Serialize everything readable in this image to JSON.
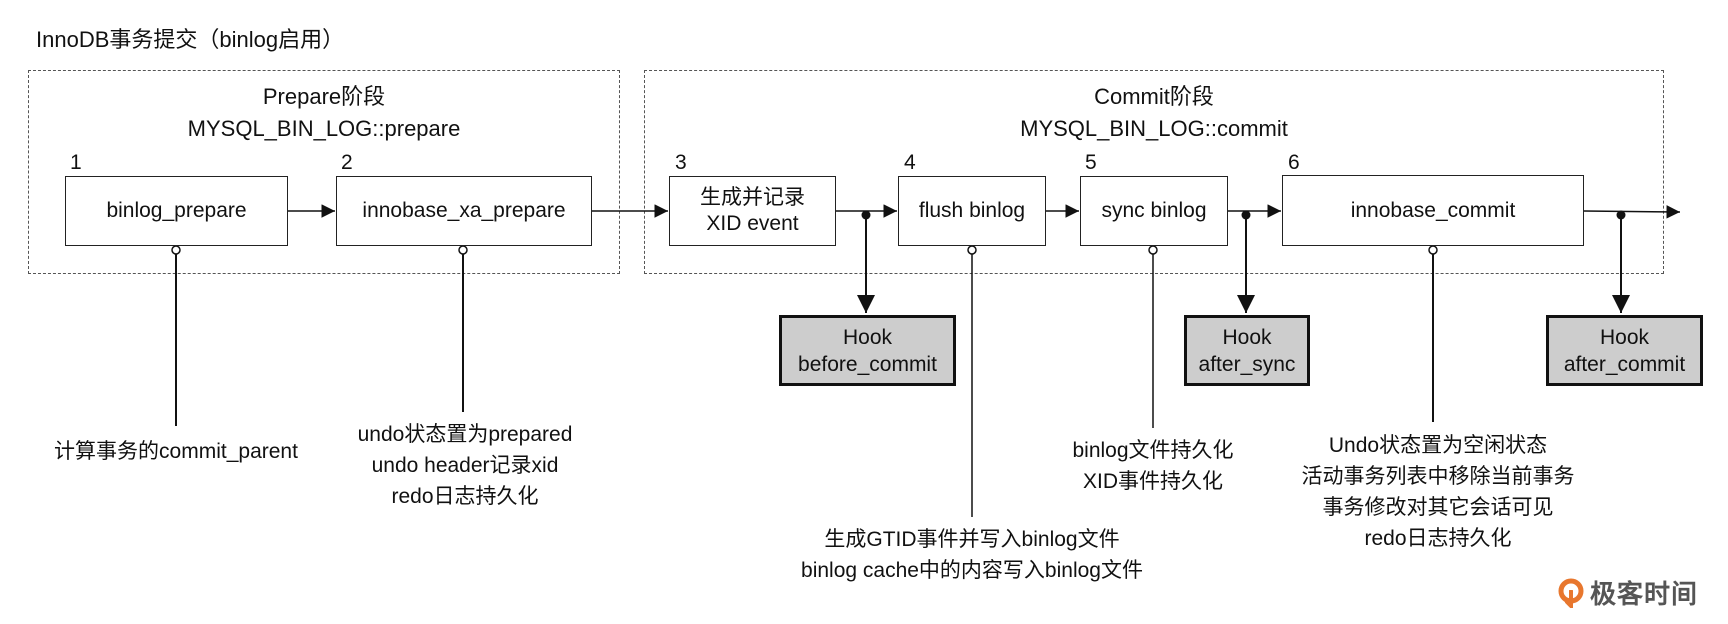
{
  "title": "InnoDB事务提交（binlog启用）",
  "stages": {
    "prepare": {
      "title": "Prepare阶段",
      "subtitle": "MYSQL_BIN_LOG::prepare"
    },
    "commit": {
      "title": "Commit阶段",
      "subtitle": "MYSQL_BIN_LOG::commit"
    }
  },
  "steps": [
    {
      "num": "1",
      "lines": [
        "binlog_prepare"
      ]
    },
    {
      "num": "2",
      "lines": [
        "innobase_xa_prepare"
      ]
    },
    {
      "num": "3",
      "lines": [
        "生成并记录",
        "XID event"
      ]
    },
    {
      "num": "4",
      "lines": [
        "flush binlog"
      ]
    },
    {
      "num": "5",
      "lines": [
        "sync binlog"
      ]
    },
    {
      "num": "6",
      "lines": [
        "innobase_commit"
      ]
    }
  ],
  "hooks": [
    {
      "lines": [
        "Hook",
        "before_commit"
      ]
    },
    {
      "lines": [
        "Hook",
        "after_sync"
      ]
    },
    {
      "lines": [
        "Hook",
        "after_commit"
      ]
    }
  ],
  "notes": {
    "step1": [
      "计算事务的commit_parent"
    ],
    "step2": [
      "undo状态置为prepared",
      "undo header记录xid",
      "redo日志持久化"
    ],
    "step4": [
      "生成GTID事件并写入binlog文件",
      "binlog cache中的内容写入binlog文件"
    ],
    "step5": [
      "binlog文件持久化",
      "XID事件持久化"
    ],
    "step6": [
      "Undo状态置为空闲状态",
      "活动事务列表中移除当前事务",
      "事务修改对其它会话可见",
      "redo日志持久化"
    ]
  },
  "logo": {
    "text": "极客时间",
    "accent": "#e8772e"
  },
  "colors": {
    "hook_fill": "#cdcdcd",
    "line": "#111111",
    "dashed": "#555555"
  }
}
